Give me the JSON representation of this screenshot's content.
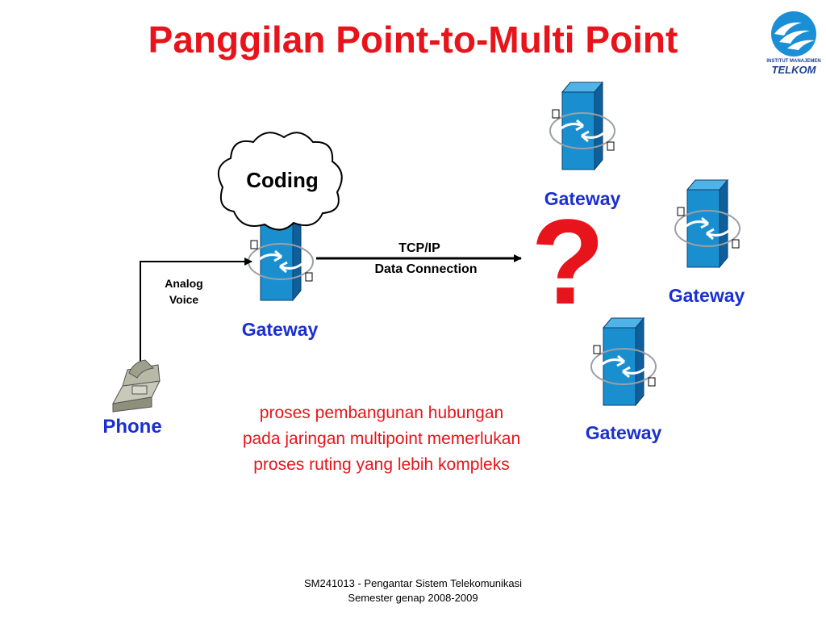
{
  "title": "Panggilan Point-to-Multi Point",
  "logo": {
    "line1": "INSTITUT MANAJEMEN",
    "line2": "TELKOM"
  },
  "cloud_label": "Coding",
  "link": {
    "line1": "TCP/IP",
    "line2": "Data Connection"
  },
  "analog_label": {
    "line1": "Analog",
    "line2": "Voice"
  },
  "phone_label": "Phone",
  "gateways": {
    "source": "Gateway",
    "top": "Gateway",
    "right": "Gateway",
    "bottom": "Gateway"
  },
  "question_mark": "?",
  "description": {
    "line1": "proses pembangunan hubungan",
    "line2": "pada jaringan multipoint memerlukan",
    "line3": "proses ruting yang lebih kompleks"
  },
  "footer": {
    "line1": "SM241013 - Pengantar Sistem Telekomunikasi",
    "line2": "Semester genap 2008-2009"
  },
  "colors": {
    "title": "#e8141c",
    "gateway_label": "#1a2fd0",
    "gateway_face": "#1a8fd0",
    "accent": "#e8141c"
  }
}
